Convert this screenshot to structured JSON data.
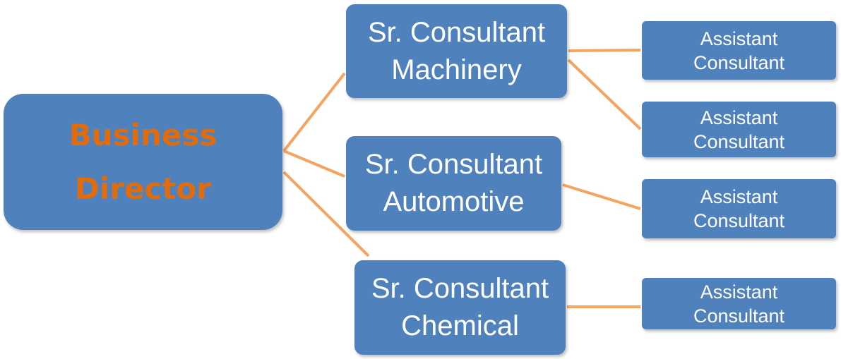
{
  "colors": {
    "node_fill": "#4f81bd",
    "node_text": "#ffffff",
    "root_text": "#e36c0a",
    "connector": "#f4a460"
  },
  "root": {
    "line1": "Business",
    "line2": "Director"
  },
  "seniors": [
    {
      "line1": "Sr. Consultant",
      "line2": "Machinery"
    },
    {
      "line1": "Sr. Consultant",
      "line2": "Automotive"
    },
    {
      "line1": "Sr. Consultant",
      "line2": "Chemical"
    }
  ],
  "assistants": [
    {
      "line1": "Assistant",
      "line2": "Consultant"
    },
    {
      "line1": "Assistant",
      "line2": "Consultant"
    },
    {
      "line1": "Assistant",
      "line2": "Consultant"
    },
    {
      "line1": "Assistant",
      "line2": "Consultant"
    }
  ]
}
